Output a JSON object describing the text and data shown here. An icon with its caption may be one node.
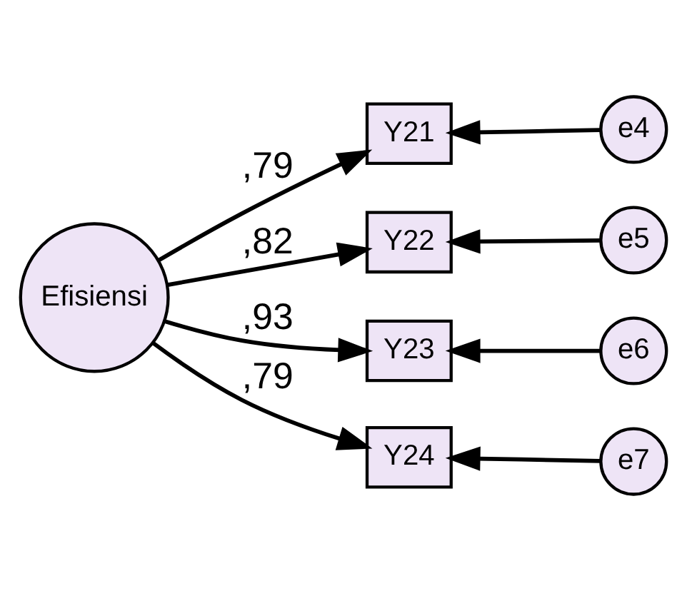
{
  "diagram": {
    "nodes": [
      {
        "text": [
          "Efisiensi"
        ]
      },
      {
        "text": [
          "Y21"
        ]
      },
      {
        "text": [
          "Y22"
        ]
      },
      {
        "text": [
          "Y23"
        ]
      },
      {
        "text": [
          "Y24"
        ]
      },
      {
        "text": [
          "e4"
        ]
      },
      {
        "text": [
          "e5"
        ]
      },
      {
        "text": [
          "e6"
        ]
      },
      {
        "text": [
          "e7"
        ]
      }
    ],
    "edges": [
      {
        "from": 0,
        "to": 1,
        "arrow": "to",
        "label": ",79"
      },
      {
        "from": 0,
        "to": 2,
        "arrow": "to",
        "label": ",82"
      },
      {
        "from": 0,
        "to": 3,
        "arrow": "to",
        "label": ",93"
      },
      {
        "from": 0,
        "to": 4,
        "arrow": "to",
        "label": ",79"
      },
      {
        "from": 5,
        "to": 1,
        "arrow": "to"
      },
      {
        "from": 6,
        "to": 2,
        "arrow": "to"
      },
      {
        "from": 7,
        "to": 3,
        "arrow": "to"
      },
      {
        "from": 8,
        "to": 4,
        "arrow": "to"
      }
    ]
  }
}
